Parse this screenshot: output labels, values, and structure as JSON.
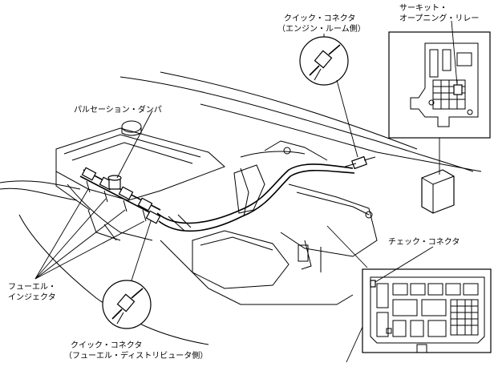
{
  "labels": {
    "circuit_opening_relay_line1": "サーキット・",
    "circuit_opening_relay_line2": "オープニング・リレー",
    "quick_connector_engine_line1": "クイック・コネクタ",
    "quick_connector_engine_line2": "（エンジン・ルーム側）",
    "pulsation_damper": "パルセーション・ダンパ",
    "check_connector": "チェック・コネクタ",
    "fuel_injector_line1": "フューエル・",
    "fuel_injector_line2": "インジェクタ",
    "quick_connector_fuel_line1": "クイック・コネクタ",
    "quick_connector_fuel_line2": "（フューエル・ディストリビュータ側）"
  }
}
